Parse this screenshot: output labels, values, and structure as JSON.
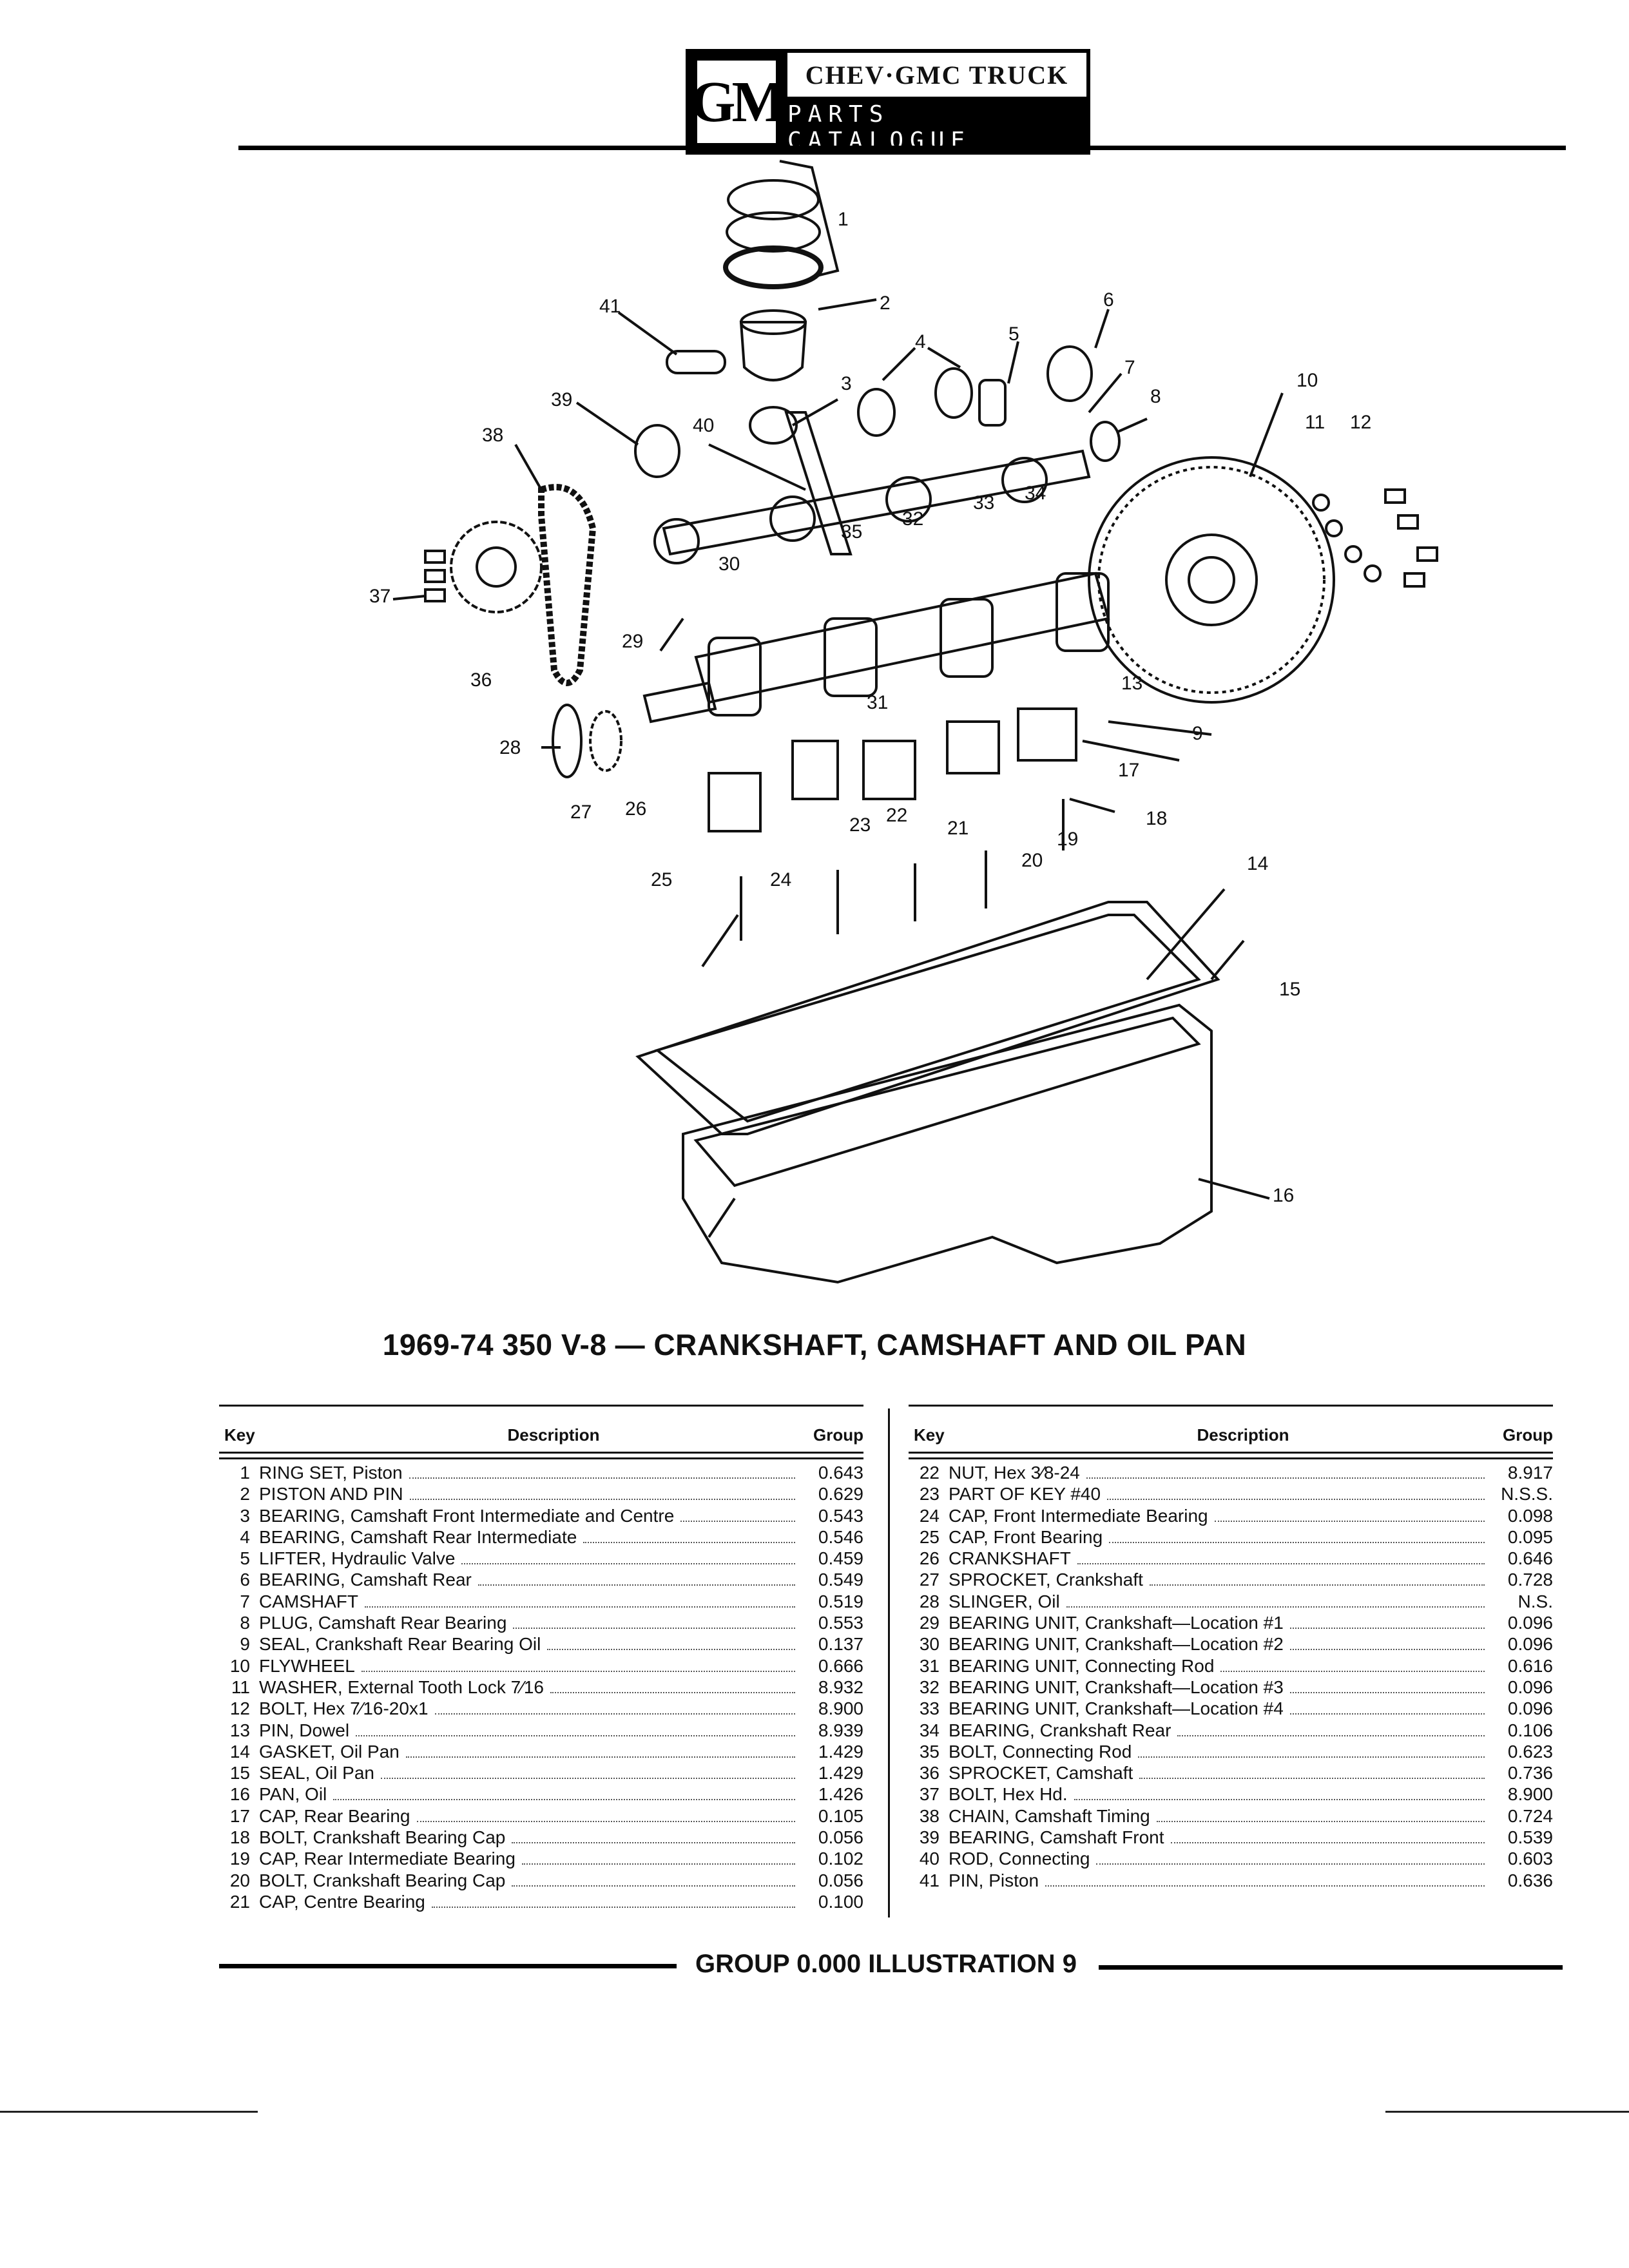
{
  "header": {
    "logo": "GM",
    "brand_line": "CHEV·GMC TRUCK",
    "catalogue_line": "PARTS CATALOGUE"
  },
  "diagram": {
    "callouts": [
      "1",
      "2",
      "3",
      "4",
      "5",
      "6",
      "7",
      "8",
      "9",
      "10",
      "11",
      "12",
      "13",
      "14",
      "15",
      "16",
      "17",
      "18",
      "19",
      "20",
      "21",
      "22",
      "23",
      "24",
      "25",
      "26",
      "27",
      "28",
      "29",
      "30",
      "31",
      "32",
      "33",
      "34",
      "35",
      "36",
      "37",
      "38",
      "39",
      "40",
      "41"
    ]
  },
  "title": "1969-74 350 V-8 — CRANKSHAFT, CAMSHAFT AND OIL PAN",
  "table": {
    "headers": {
      "key": "Key",
      "description": "Description",
      "group": "Group"
    },
    "left": [
      {
        "key": "1",
        "desc": "RING SET, Piston",
        "group": "0.643"
      },
      {
        "key": "2",
        "desc": "PISTON AND PIN",
        "group": "0.629"
      },
      {
        "key": "3",
        "desc": "BEARING, Camshaft Front Intermediate and Centre",
        "group": "0.543"
      },
      {
        "key": "4",
        "desc": "BEARING, Camshaft Rear Intermediate",
        "group": "0.546"
      },
      {
        "key": "5",
        "desc": "LIFTER, Hydraulic Valve",
        "group": "0.459"
      },
      {
        "key": "6",
        "desc": "BEARING, Camshaft Rear",
        "group": "0.549"
      },
      {
        "key": "7",
        "desc": "CAMSHAFT",
        "group": "0.519"
      },
      {
        "key": "8",
        "desc": "PLUG, Camshaft Rear Bearing",
        "group": "0.553"
      },
      {
        "key": "9",
        "desc": "SEAL, Crankshaft Rear Bearing Oil",
        "group": "0.137"
      },
      {
        "key": "10",
        "desc": "FLYWHEEL",
        "group": "0.666"
      },
      {
        "key": "11",
        "desc": "WASHER, External Tooth Lock 7⁄16",
        "group": "8.932"
      },
      {
        "key": "12",
        "desc": "BOLT, Hex 7⁄16-20x1",
        "group": "8.900"
      },
      {
        "key": "13",
        "desc": "PIN, Dowel",
        "group": "8.939"
      },
      {
        "key": "14",
        "desc": "GASKET, Oil Pan",
        "group": "1.429"
      },
      {
        "key": "15",
        "desc": "SEAL, Oil Pan",
        "group": "1.429"
      },
      {
        "key": "16",
        "desc": "PAN, Oil",
        "group": "1.426"
      },
      {
        "key": "17",
        "desc": "CAP, Rear Bearing",
        "group": "0.105"
      },
      {
        "key": "18",
        "desc": "BOLT, Crankshaft Bearing Cap",
        "group": "0.056"
      },
      {
        "key": "19",
        "desc": "CAP, Rear Intermediate Bearing",
        "group": "0.102"
      },
      {
        "key": "20",
        "desc": "BOLT, Crankshaft Bearing Cap",
        "group": "0.056"
      },
      {
        "key": "21",
        "desc": "CAP, Centre Bearing",
        "group": "0.100"
      }
    ],
    "right": [
      {
        "key": "22",
        "desc": "NUT, Hex 3⁄8-24",
        "group": "8.917"
      },
      {
        "key": "23",
        "desc": "PART OF KEY #40",
        "group": "N.S.S."
      },
      {
        "key": "24",
        "desc": "CAP, Front Intermediate Bearing",
        "group": "0.098"
      },
      {
        "key": "25",
        "desc": "CAP, Front Bearing",
        "group": "0.095"
      },
      {
        "key": "26",
        "desc": "CRANKSHAFT",
        "group": "0.646"
      },
      {
        "key": "27",
        "desc": "SPROCKET, Crankshaft",
        "group": "0.728"
      },
      {
        "key": "28",
        "desc": "SLINGER, Oil",
        "group": "N.S."
      },
      {
        "key": "29",
        "desc": "BEARING UNIT, Crankshaft—Location #1",
        "group": "0.096"
      },
      {
        "key": "30",
        "desc": "BEARING UNIT, Crankshaft—Location #2",
        "group": "0.096"
      },
      {
        "key": "31",
        "desc": "BEARING UNIT, Connecting Rod",
        "group": "0.616"
      },
      {
        "key": "32",
        "desc": "BEARING UNIT, Crankshaft—Location #3",
        "group": "0.096"
      },
      {
        "key": "33",
        "desc": "BEARING UNIT, Crankshaft—Location #4",
        "group": "0.096"
      },
      {
        "key": "34",
        "desc": "BEARING, Crankshaft Rear",
        "group": "0.106"
      },
      {
        "key": "35",
        "desc": "BOLT, Connecting Rod",
        "group": "0.623"
      },
      {
        "key": "36",
        "desc": "SPROCKET, Camshaft",
        "group": "0.736"
      },
      {
        "key": "37",
        "desc": "BOLT, Hex Hd.",
        "group": "8.900"
      },
      {
        "key": "38",
        "desc": "CHAIN, Camshaft Timing",
        "group": "0.724"
      },
      {
        "key": "39",
        "desc": "BEARING, Camshaft Front",
        "group": "0.539"
      },
      {
        "key": "40",
        "desc": "ROD, Connecting",
        "group": "0.603"
      },
      {
        "key": "41",
        "desc": "PIN, Piston",
        "group": "0.636"
      }
    ]
  },
  "footer": "GROUP 0.000 ILLUSTRATION 9"
}
